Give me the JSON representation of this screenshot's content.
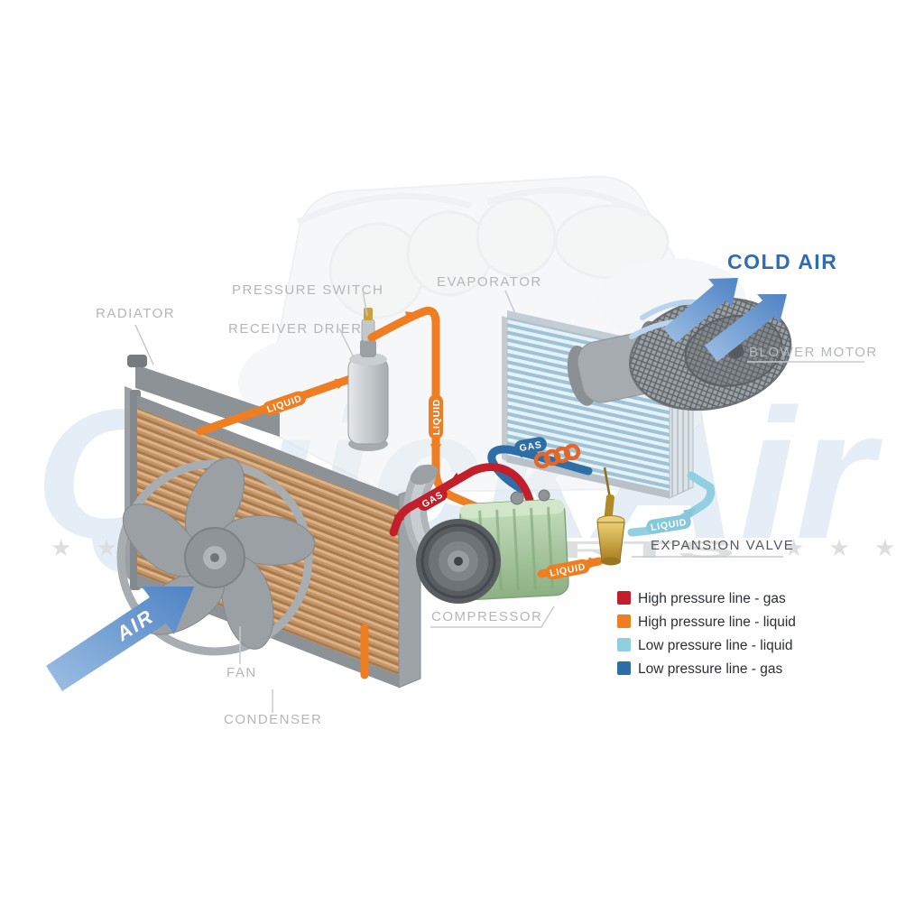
{
  "watermark": {
    "brand": "QuickAir",
    "stars_left": "★ ★ ★",
    "tagline": "AUTOPARTS",
    "stars_right": "★ ★ ★"
  },
  "components": {
    "radiator": "RADIATOR",
    "pressure_switch": "PRESSURE SWITCH",
    "receiver_drier": "RECEIVER DRIER",
    "evaporator": "EVAPORATOR",
    "blower_motor": "BLOWER MOTOR",
    "expansion_valve": "EXPANSION VALVE",
    "compressor": "COMPRESSOR",
    "fan": "FAN",
    "condenser": "CONDENSER"
  },
  "airflow": {
    "cold_air": "COLD AIR",
    "air_in": "AIR"
  },
  "flow": {
    "liquid": "LIQUID",
    "gas": "GAS"
  },
  "legend": {
    "items": [
      {
        "label": "High pressure line - gas",
        "color": "#c21f2a"
      },
      {
        "label": "High pressure line - liquid",
        "color": "#ef7d22"
      },
      {
        "label": "Low pressure line - liquid",
        "color": "#8fd0de"
      },
      {
        "label": "Low pressure line -  gas",
        "color": "#2d6ea6"
      }
    ]
  },
  "colors": {
    "cold_air_text": "#2e6db6",
    "component_label": "#b3b7ba",
    "background": "#ffffff"
  }
}
